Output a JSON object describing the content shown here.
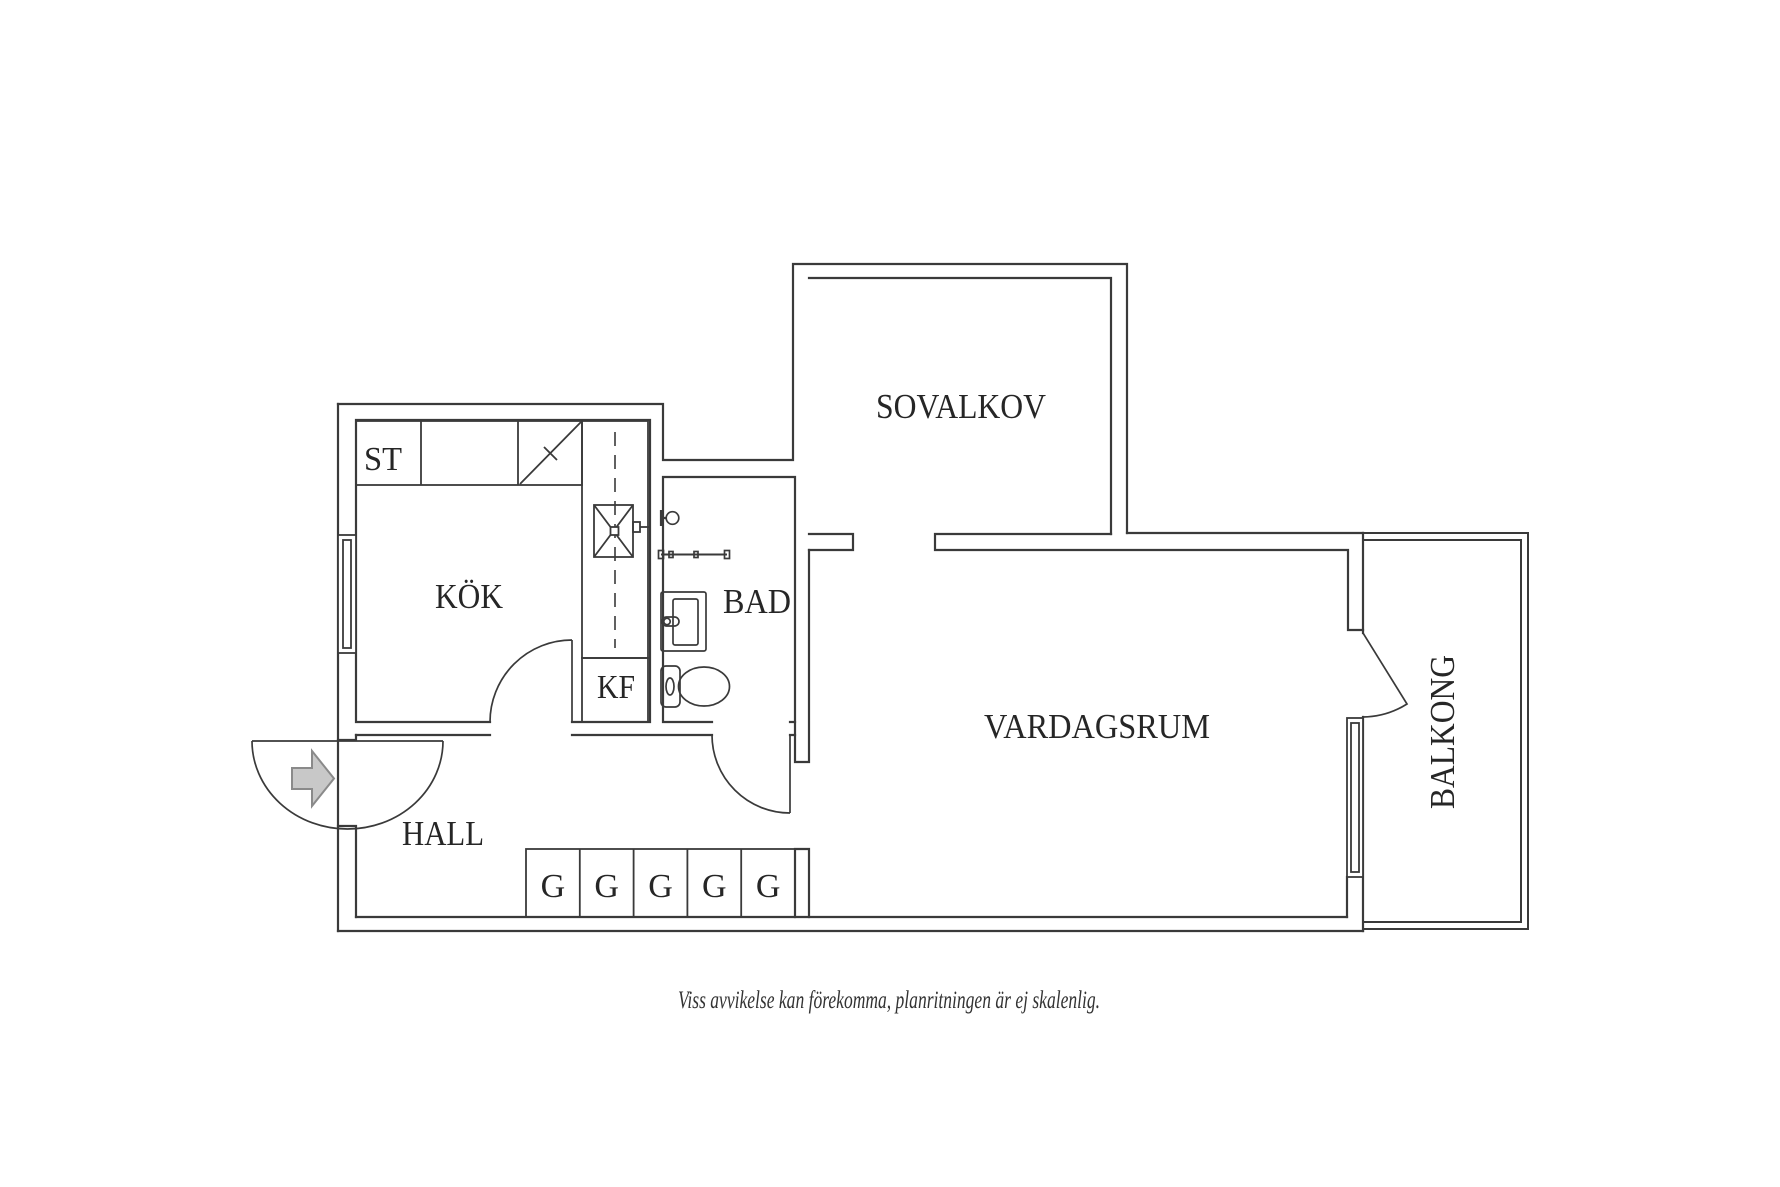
{
  "plan": {
    "rooms": {
      "sovalkov": "SOVALKOV",
      "kok": "KÖK",
      "bad": "BAD",
      "vardagsrum": "VARDAGSRUM",
      "balkong": "BALKONG",
      "hall": "HALL"
    },
    "fixtures": {
      "st": "ST",
      "kf": "KF"
    },
    "wardrobes": [
      "G",
      "G",
      "G",
      "G",
      "G"
    ],
    "disclaimer": "Viss avvikelse kan förekomma, planritningen är ej skalenlig.",
    "colors": {
      "line": "#3a3a3a",
      "text": "#262626",
      "arrow_fill": "#c8c8c8",
      "arrow_stroke": "#8a8a8a",
      "background": "#ffffff"
    },
    "icons": {
      "entry_arrow": "entry-direction-arrow"
    }
  }
}
